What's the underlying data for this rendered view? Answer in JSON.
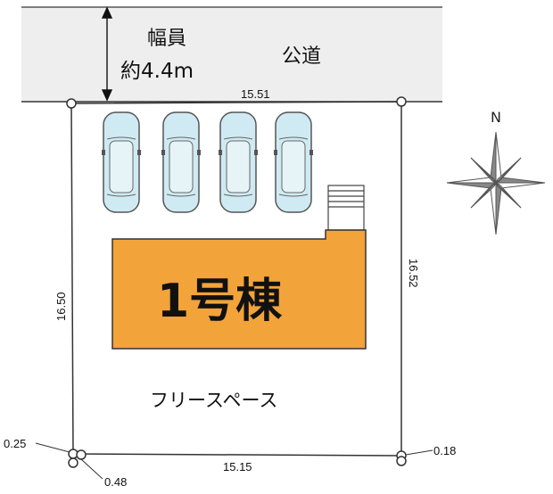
{
  "road": {
    "width_label": "幅員",
    "width_value": "約4.4m",
    "name": "公道"
  },
  "compass": {
    "north_label": "N"
  },
  "building": {
    "label": "1号棟",
    "color": "#f2a33a"
  },
  "free_space": {
    "label": "フリースペース"
  },
  "dimensions": {
    "top": "15.51",
    "bottom": "15.15",
    "left": "16.50",
    "right": "16.52",
    "corner_bottom_left_a": "0.25",
    "corner_bottom_left_b": "0.48",
    "corner_bottom_right": "0.18"
  },
  "parking": {
    "count": 4,
    "car_color": "#cfeaf2"
  },
  "colors": {
    "road": "#eeeeee",
    "lot_line": "#333333"
  }
}
